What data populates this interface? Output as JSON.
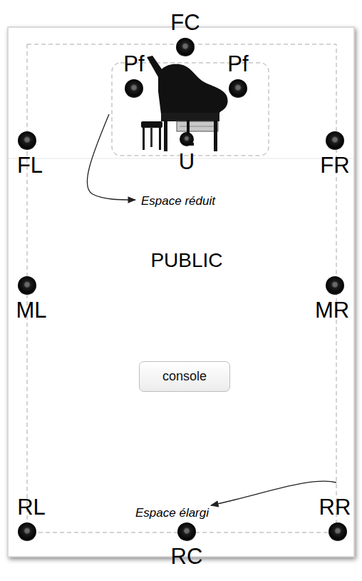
{
  "diagram": {
    "nodes": [
      {
        "text": [
          "FC"
        ]
      },
      {
        "text": [
          "Pf"
        ]
      },
      {
        "text": [
          "Pf"
        ]
      },
      {
        "text": [
          "FL"
        ]
      },
      {
        "text": [
          "U"
        ]
      },
      {
        "text": [
          "FR"
        ]
      },
      {
        "text": [
          "ML"
        ]
      },
      {
        "text": [
          "MR"
        ]
      },
      {
        "text": [
          "console"
        ]
      },
      {
        "text": [
          "RL"
        ]
      },
      {
        "text": [
          "RC"
        ]
      },
      {
        "text": [
          "RR"
        ]
      }
    ],
    "labels": [
      "Espace réduit",
      "PUBLIC",
      "Espace élargi"
    ]
  }
}
